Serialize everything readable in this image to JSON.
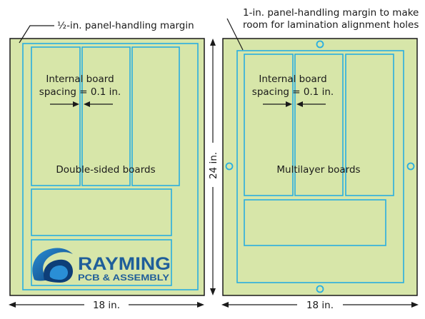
{
  "callouts": {
    "left_margin": "½-in. panel-handling margin",
    "right_margin_line1": "1-in. panel-handling margin to make",
    "right_margin_line2": "room for lamination alignment holes"
  },
  "left_panel": {
    "spacing_line1": "Internal board",
    "spacing_line2": "spacing = 0.1 in.",
    "boards_label": "Double-sided boards"
  },
  "right_panel": {
    "spacing_line1": "Internal board",
    "spacing_line2": "spacing = 0.1 in.",
    "boards_label": "Multilayer boards"
  },
  "dimensions": {
    "width_left": "18 in.",
    "width_right": "18 in.",
    "height": "24 in."
  },
  "logo": {
    "name": "RAYMING",
    "tagline": "PCB & ASSEMBLY"
  },
  "colors": {
    "panel_fill": "#d7e6a9",
    "board_outline": "#29aee0",
    "text": "#1a1a1a",
    "logo_blue": "#1f5e9a"
  }
}
